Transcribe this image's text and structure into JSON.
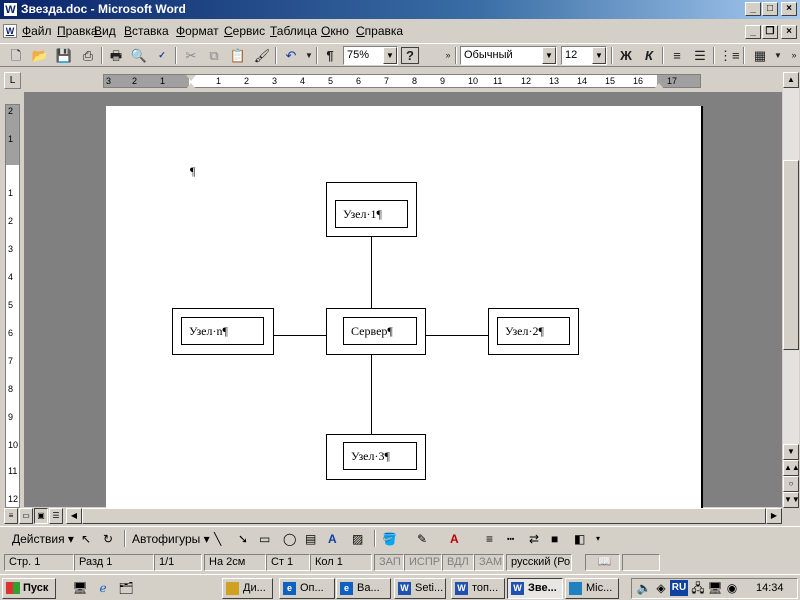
{
  "window": {
    "title": "Звезда.doc - Microsoft Word",
    "app_icon": "W"
  },
  "menu": [
    "Файл",
    "Правка",
    "Вид",
    "Вставка",
    "Формат",
    "Сервис",
    "Таблица",
    "Окно",
    "Справка"
  ],
  "toolbar": {
    "zoom": "75%",
    "style": "Обычный",
    "font_size": "12",
    "bold_label": "Ж",
    "italic_label": "К",
    "paragraph_mark": "¶"
  },
  "ruler": {
    "h_labels": [
      "3",
      "2",
      "1",
      "",
      "1",
      "2",
      "3",
      "4",
      "5",
      "6",
      "7",
      "8",
      "9",
      "10",
      "11",
      "12",
      "13",
      "14",
      "15",
      "16",
      "17"
    ],
    "v_labels": [
      "2",
      "1",
      "",
      "1",
      "2",
      "3",
      "4",
      "5",
      "6",
      "7",
      "8",
      "9",
      "10",
      "11",
      "12"
    ]
  },
  "document": {
    "empty_paragraph": "¶",
    "nodes": {
      "node1": "Узел·1¶",
      "node2": "Узел·2¶",
      "node3": "Узел·3¶",
      "noden": "Узел·n¶",
      "server": "Сервер¶"
    }
  },
  "drawing_toolbar": {
    "actions": "Действия",
    "autoshapes": "Автофигуры"
  },
  "status": {
    "page": "Стр. 1",
    "section": "Разд 1",
    "pages": "1/1",
    "at": "На 2см",
    "line": "Ст 1",
    "col": "Кол 1",
    "rec": "ЗАП",
    "trk": "ИСПР",
    "ext": "ВДЛ",
    "ovr": "ЗАМ",
    "language": "русский (Ро"
  },
  "taskbar": {
    "start": "Пуск",
    "buttons": [
      "Ди...",
      "Оп...",
      "Ва...",
      "Seti...",
      "топ...",
      "Зве...",
      "Mic..."
    ],
    "lang": "RU",
    "clock": "14:34"
  }
}
